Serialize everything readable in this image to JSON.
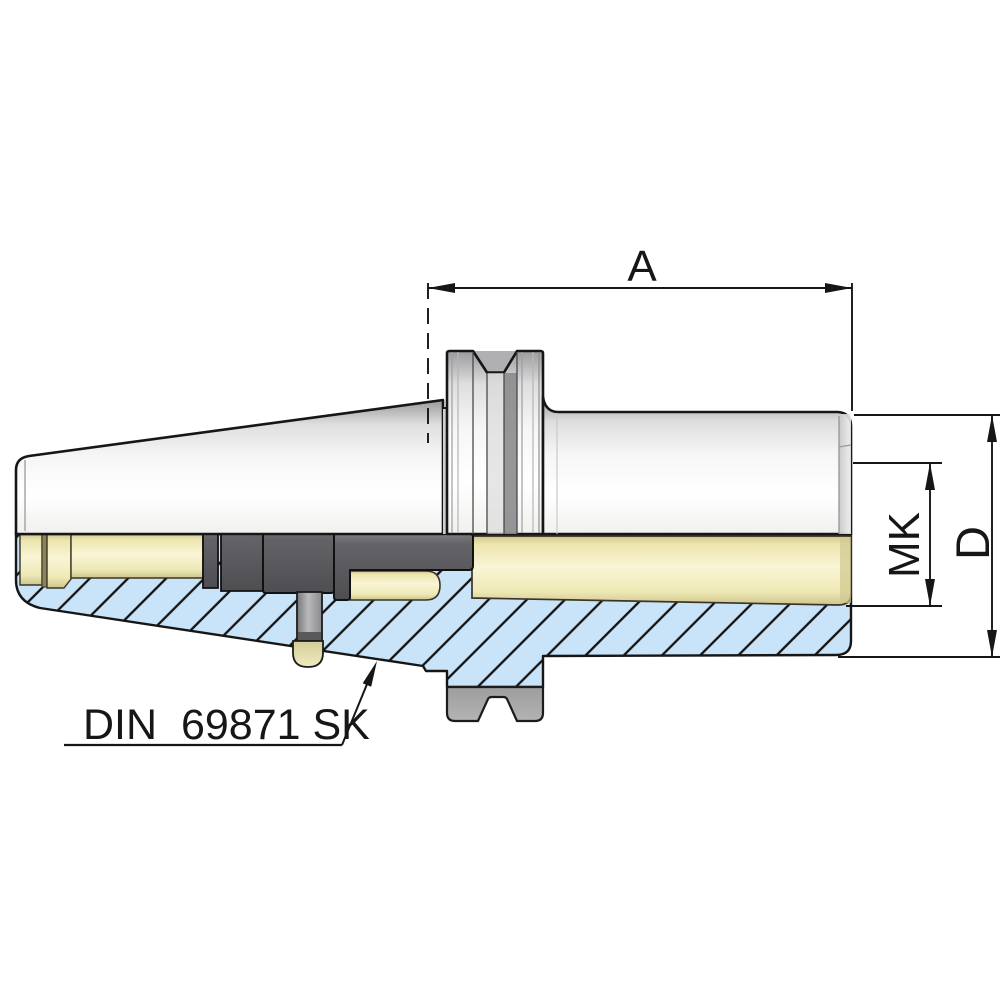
{
  "drawing": {
    "standard_label": "DIN  69871 SK",
    "dim_length_label": "A",
    "dim_morse_taper_label": "MK",
    "dim_diameter_label": "D",
    "colors": {
      "background": "#ffffff",
      "outline": "#161616",
      "section_hatch_fill": "#c9e3f8",
      "hatch_line": "#111111",
      "bore_fill": "#f4efc5",
      "bore_edge": "#cfc78e",
      "steel_light": "#f6f6f6",
      "steel_dark": "#9b9b9d",
      "hardware_dark": "#58585c",
      "set_screw_gray": "#b9b9bc",
      "flange_ring_gray": "#a8a8a8"
    }
  }
}
